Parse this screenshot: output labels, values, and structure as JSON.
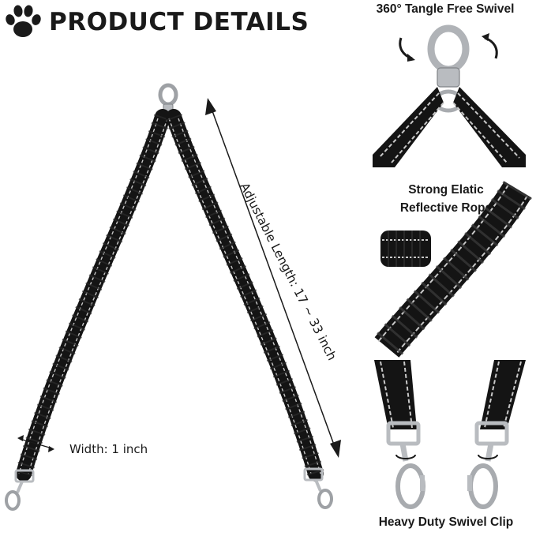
{
  "header": {
    "title": "PRODUCT DETAILS",
    "logo_icon": "paw-print-icon"
  },
  "main_image": {
    "length_label": "Adjustable Length: 17 ~ 33 inch",
    "width_label": "Width: 1 inch"
  },
  "details": {
    "swivel_caption": "360° Tangle Free Swivel",
    "rope_caption_line1": "Strong Elatic",
    "rope_caption_line2": "Reflective Rope",
    "clip_caption": "Heavy Duty Swivel Clip"
  },
  "colors": {
    "rope": "#141414",
    "reflective_stripe": "#c8c8c8",
    "metal": "#b9bcc0",
    "text": "#1a1a1a"
  }
}
